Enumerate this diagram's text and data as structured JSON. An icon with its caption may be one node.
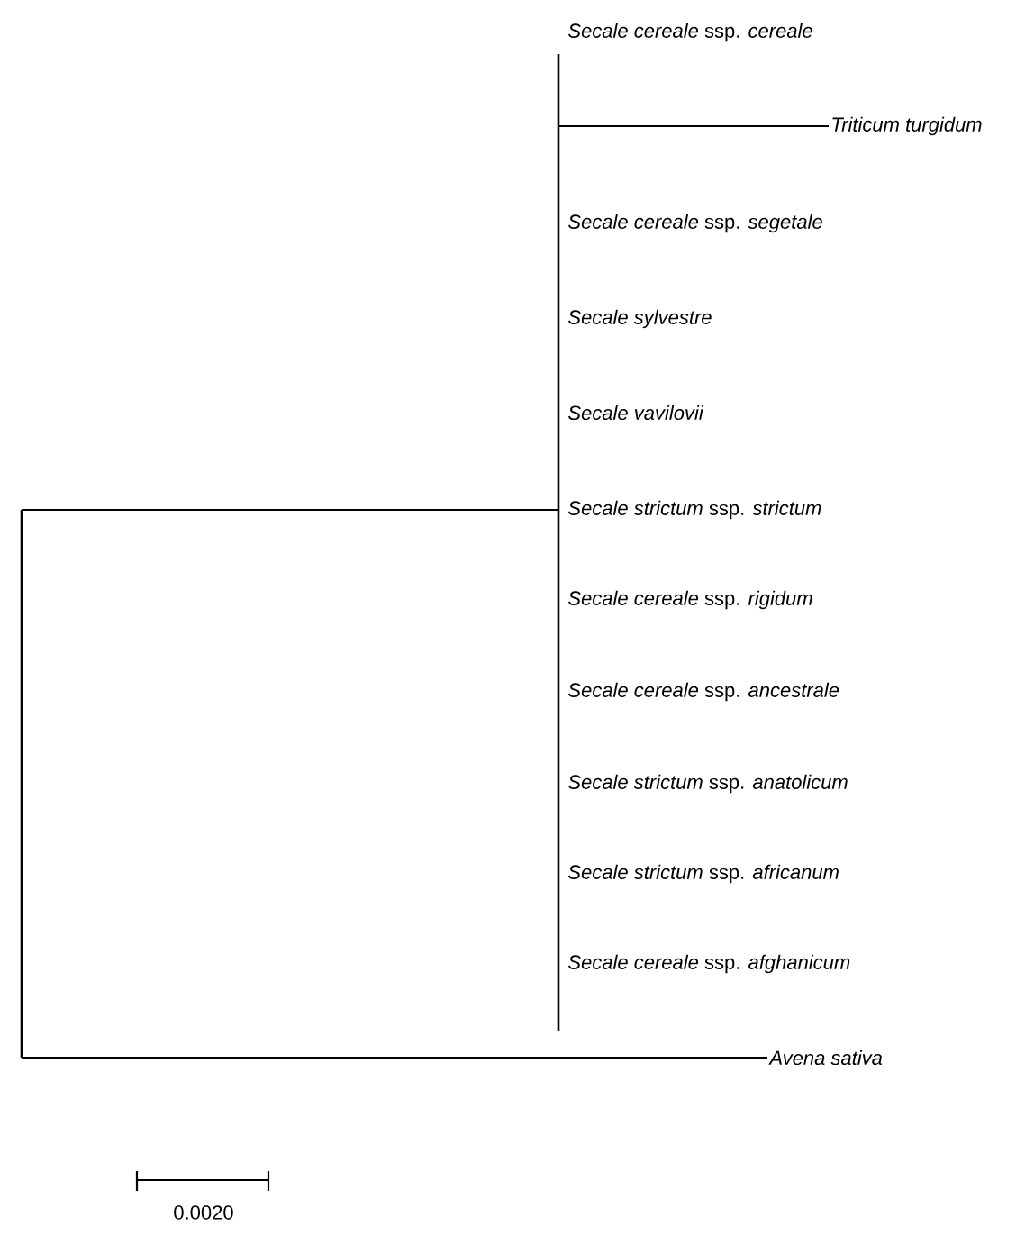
{
  "diagram": {
    "nodes": [
      {
        "text": [],
        "shape": "bar"
      },
      {
        "text": [],
        "shape": "bar"
      },
      {
        "text": [
          "*Secale cereale* ssp. *cereale*"
        ]
      },
      {
        "text": [
          "Triticum turgidum"
        ]
      },
      {
        "text": [
          "*Secale cereale* ssp. *segetale*"
        ]
      },
      {
        "text": [
          "Secale sylvestre"
        ]
      },
      {
        "text": [
          "Secale vavilovii"
        ]
      },
      {
        "text": [
          "*Secale strictum* ssp. *strictum*"
        ]
      },
      {
        "text": [
          "*Secale cereale* ssp. *rigidum*"
        ]
      },
      {
        "text": [
          "*Secale cereale* ssp. *ancestrale*"
        ]
      },
      {
        "text": [
          "*Secale strictum* ssp. *anatolicum*"
        ]
      },
      {
        "text": [
          "*Secale strictum* ssp. *africanum*"
        ]
      },
      {
        "text": [
          "*Secale cereale* ssp. *afghanicum*"
        ]
      },
      {
        "text": [
          "Avena sativa"
        ]
      }
    ],
    "edges": [
      {
        "from": 0,
        "to": 1,
        "arrow": "none"
      },
      {
        "from": 1,
        "to": 3,
        "arrow": "none"
      },
      {
        "from": 0,
        "to": 13,
        "arrow": "none"
      }
    ],
    "labels": [
      "0.0020"
    ]
  }
}
